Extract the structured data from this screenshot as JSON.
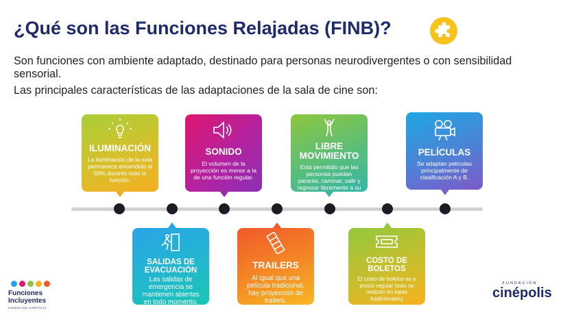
{
  "header": {
    "title": "¿Qué son las Funciones Relajadas (FINB)?",
    "icon": "puzzle-piece-icon",
    "accent_color": "#f7c21c"
  },
  "intro": {
    "description": "Son funciones con ambiente adaptado, destinado para personas neurodivergentes o con sensibilidad sensorial.",
    "subheading": "Las principales características de las adaptaciones de la sala de cine son:"
  },
  "cards": [
    {
      "id": "iluminacion",
      "title": "ILUMINACIÓN",
      "text": "La iluminación de la sala permanece encendida al 50% durante toda la función.",
      "icon": "lightbulb-icon",
      "colors": [
        "#a7ce38",
        "#f4ae22"
      ]
    },
    {
      "id": "sonido",
      "title": "SONIDO",
      "text": "El volumen de la proyección es menor a la de una función regular.",
      "icon": "speaker-icon",
      "colors": [
        "#e0176f",
        "#8c2fb4"
      ]
    },
    {
      "id": "libre-movimiento",
      "title": "LIBRE MOVIMIENTO",
      "text": "Está permitido que las personas puedan pararse, caminar, salir y regresar libremente a su asiento.",
      "icon": "person-stretching-icon",
      "colors": [
        "#8dc63f",
        "#36b6a6"
      ]
    },
    {
      "id": "peliculas",
      "title": "PELÍCULAS",
      "text": "Se adaptan películas principalmente de clasificación A y B.",
      "icon": "movie-camera-icon",
      "colors": [
        "#1fa7e3",
        "#7e58c9"
      ]
    },
    {
      "id": "salidas",
      "title": "SALIDAS DE EVACUACIÓN",
      "text": "Las salidas de emergencia se mantienen abiertas en todo momento.",
      "icon": "emergency-exit-icon",
      "colors": [
        "#2aa4e8",
        "#1bc5b4"
      ]
    },
    {
      "id": "trailers",
      "title": "TRAILERS",
      "text": "Al igual que una película tradicional, hay proyección de trailers.",
      "icon": "film-strip-icon",
      "colors": [
        "#f1592a",
        "#f7b723"
      ]
    },
    {
      "id": "costo",
      "title": "COSTO DE BOLETOS",
      "text": "El costo de boletos es a precio regular (solo se realizan en salas tradicionales)",
      "icon": "ticket-icon",
      "colors": [
        "#93c83e",
        "#f7b21e"
      ]
    }
  ],
  "logos": {
    "left": {
      "line1": "Funciones",
      "line2": "Incluyentes",
      "tagline": "FUNDACIÓN CINÉPOLIS"
    },
    "right": {
      "small": "FUNDACIÓN",
      "brand": "cinépolis"
    }
  }
}
